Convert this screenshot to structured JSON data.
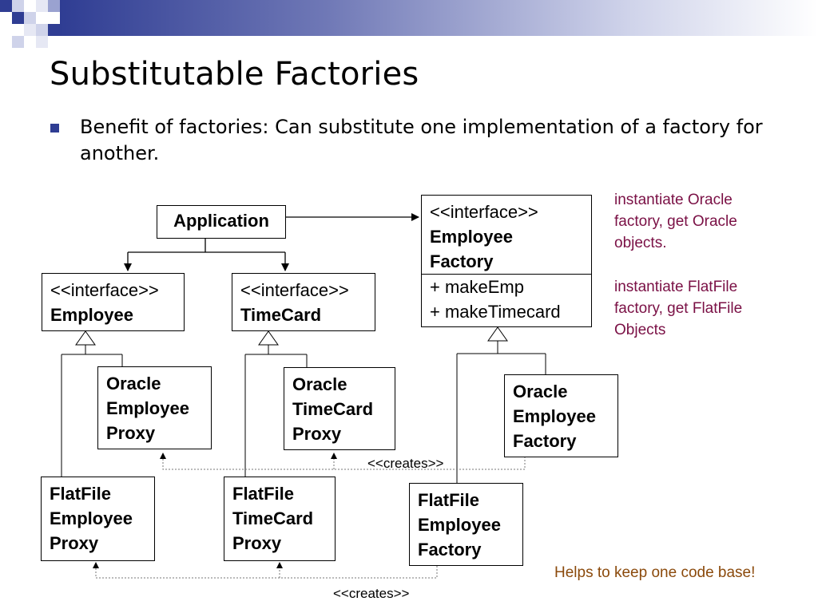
{
  "slide": {
    "title": "Substitutable Factories",
    "bullet": "Benefit of factories: Can substitute one implementation of a factory for another."
  },
  "diagram": {
    "application": "Application",
    "employee_interface": {
      "stereotype": "<<interface>>",
      "name": "Employee"
    },
    "timecard_interface": {
      "stereotype": "<<interface>>",
      "name": "TimeCard"
    },
    "factory_interface": {
      "stereotype": "<<interface>>",
      "name_line1": "Employee",
      "name_line2": "Factory",
      "method1": "+ makeEmp",
      "method2": "+ makeTimecard"
    },
    "oracle_employee_proxy": [
      "Oracle",
      "Employee",
      "Proxy"
    ],
    "oracle_timecard_proxy": [
      "Oracle",
      "TimeCard",
      "Proxy"
    ],
    "oracle_employee_factory": [
      "Oracle",
      "Employee",
      "Factory"
    ],
    "flatfile_employee_proxy": [
      "FlatFile",
      "Employee",
      "Proxy"
    ],
    "flatfile_timecard_proxy": [
      "FlatFile",
      "TimeCard",
      "Proxy"
    ],
    "flatfile_employee_factory": [
      "FlatFile",
      "Employee",
      "Factory"
    ],
    "creates_label_1": "<<creates>>",
    "creates_label_2": "<<creates>>"
  },
  "notes": {
    "oracle": [
      "instantiate Oracle",
      "factory, get Oracle",
      "objects."
    ],
    "flatfile": [
      "instantiate FlatFile",
      "factory, get FlatFile",
      "Objects"
    ],
    "helps": "Helps to keep one code base!"
  },
  "colors": {
    "header_blue": "#2f3d93",
    "note_text": "#7a1045",
    "helps_text": "#8b4a0c"
  }
}
